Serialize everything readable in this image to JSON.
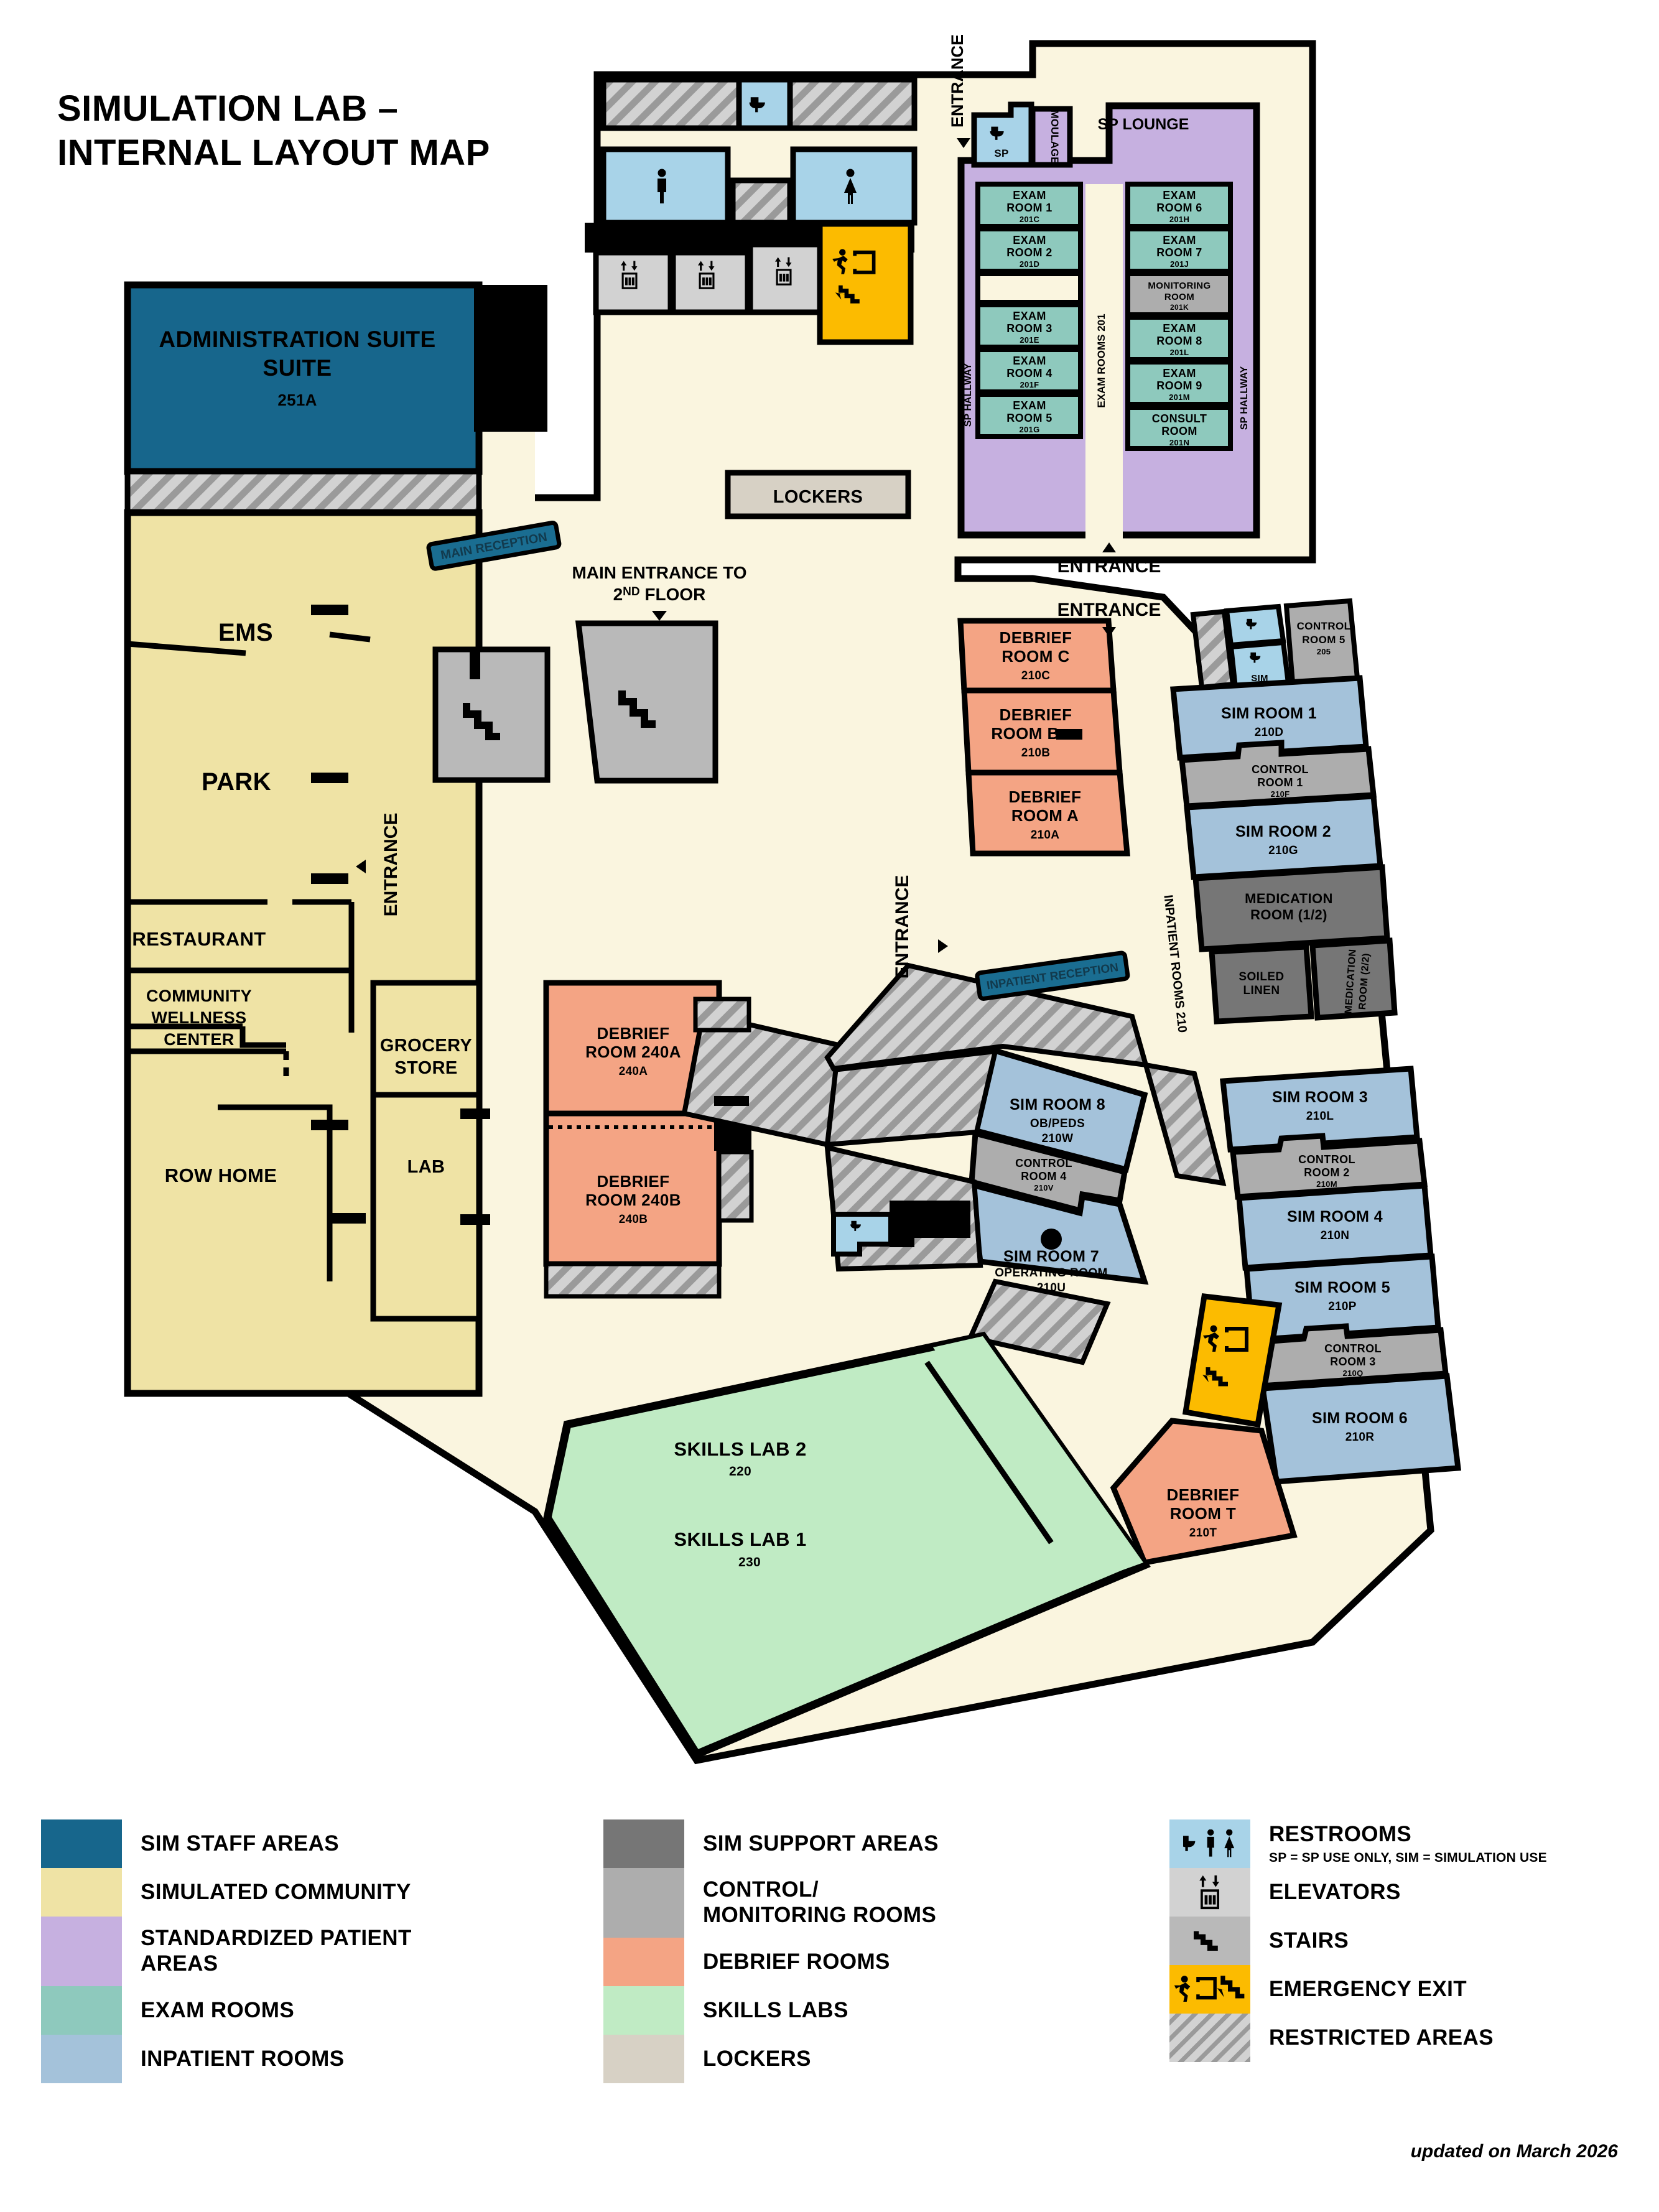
{
  "title": "SIMULATION LAB –\nINTERNAL LAYOUT MAP",
  "footer": "updated on March 2026",
  "colors": {
    "sim_staff": "#17668c",
    "simulated_community": "#efe3a5",
    "standardized_patient": "#c6b0e0",
    "exam_rooms": "#8ec9bd",
    "inpatient_rooms": "#a4c2da",
    "sim_support": "#767676",
    "control_monitoring": "#adadad",
    "debrief_rooms": "#f4a484",
    "skills_labs": "#c0ebc4",
    "lockers": "#d7d1c5",
    "restroom": "#a8d3e8",
    "corridor": "#faf5df",
    "emergency": "#fcbb00",
    "restricted": "#d2d2d2",
    "reception_sign": "#1a6d91",
    "wall": "#000000"
  },
  "signs": {
    "main_reception": "MAIN RECEPTION",
    "inpatient_reception": "INPATIENT RECEPTION",
    "main_entrance_2nd_floor": "MAIN ENTRANCE TO",
    "main_entrance_2nd_floor_line2": "2ND FLOOR"
  },
  "corridor_labels": [
    {
      "text": "SP HALLWAY"
    },
    {
      "text": "EXAM ROOMS 201"
    },
    {
      "text": "INPATIENT ROOMS 210"
    },
    {
      "text": "MOULAGE"
    },
    {
      "text": "SOILED LINEN"
    },
    {
      "text": "MEDICATION ROOM (2/2)"
    }
  ],
  "entrances": [
    {
      "label": "ENTRANCE",
      "orientation": "vertical",
      "arrow": "down"
    },
    {
      "label": "ENTRANCE",
      "orientation": "horizontal",
      "arrow": "up"
    },
    {
      "label": "ENTRANCE",
      "orientation": "horizontal",
      "arrow": "down"
    },
    {
      "label": "ENTRANCE",
      "orientation": "vertical",
      "arrow": "left"
    },
    {
      "label": "ENTRANCE",
      "orientation": "vertical",
      "arrow": "right"
    }
  ],
  "rooms": {
    "admin": {
      "name": "ADMINISTRATION SUITE",
      "code": "251A"
    },
    "community": [
      {
        "name": "EMS"
      },
      {
        "name": "PARK"
      },
      {
        "name": "RESTAURANT"
      },
      {
        "name": "COMMUNITY WELLNESS CENTER"
      },
      {
        "name": "ROW HOME"
      },
      {
        "name": "GROCERY STORE"
      },
      {
        "name": "LAB"
      }
    ],
    "sp_areas": [
      {
        "name": "SP LOUNGE"
      },
      {
        "name": "MOULAGE"
      },
      {
        "name": "SP HALLWAY"
      }
    ],
    "exam_rooms": [
      {
        "name": "EXAM ROOM 1",
        "code": "201C"
      },
      {
        "name": "EXAM ROOM 2",
        "code": "201D"
      },
      {
        "name": "EXAM ROOM 3",
        "code": "201E"
      },
      {
        "name": "EXAM ROOM 4",
        "code": "201F"
      },
      {
        "name": "EXAM ROOM 5",
        "code": "201G"
      },
      {
        "name": "EXAM ROOM 6",
        "code": "201H"
      },
      {
        "name": "EXAM ROOM 7",
        "code": "201J"
      },
      {
        "name": "MONITORING ROOM",
        "code": "201K"
      },
      {
        "name": "EXAM ROOM 8",
        "code": "201L"
      },
      {
        "name": "EXAM ROOM 9",
        "code": "201M"
      },
      {
        "name": "CONSULT ROOM",
        "code": "201N"
      }
    ],
    "debrief_rooms": [
      {
        "name": "DEBRIEF ROOM C",
        "code": "210C"
      },
      {
        "name": "DEBRIEF ROOM B",
        "code": "210B"
      },
      {
        "name": "DEBRIEF ROOM A",
        "code": "210A"
      },
      {
        "name": "DEBRIEF ROOM 240A",
        "code": "240A"
      },
      {
        "name": "DEBRIEF ROOM 240B",
        "code": "240B"
      },
      {
        "name": "DEBRIEF ROOM T",
        "code": "210T"
      }
    ],
    "sim_rooms": [
      {
        "name": "SIM ROOM 1",
        "code": "210D"
      },
      {
        "name": "SIM ROOM 2",
        "code": "210G"
      },
      {
        "name": "SIM ROOM 3",
        "code": "210L"
      },
      {
        "name": "SIM ROOM 4",
        "code": "210N"
      },
      {
        "name": "SIM ROOM 5",
        "code": "210P"
      },
      {
        "name": "SIM ROOM 6",
        "code": "210R"
      },
      {
        "name": "SIM ROOM 7",
        "sub": "OPERATING ROOM",
        "code": "210U"
      },
      {
        "name": "SIM ROOM 8",
        "sub": "OB/PEDS",
        "code": "210W"
      }
    ],
    "control_rooms": [
      {
        "name": "CONTROL ROOM 1",
        "code": "210F"
      },
      {
        "name": "CONTROL ROOM 2",
        "code": "210M"
      },
      {
        "name": "CONTROL ROOM 3",
        "code": "210Q"
      },
      {
        "name": "CONTROL ROOM 4",
        "code": "210V"
      },
      {
        "name": "CONTROL ROOM 5",
        "code": "205"
      }
    ],
    "support": [
      {
        "name": "MEDICATION ROOM (1/2)"
      },
      {
        "name": "MEDICATION ROOM (2/2)"
      },
      {
        "name": "SOILED LINEN"
      }
    ],
    "skills_labs": [
      {
        "name": "SKILLS LAB 1",
        "code": "230"
      },
      {
        "name": "SKILLS LAB 2",
        "code": "220"
      }
    ],
    "lockers": {
      "name": "LOCKERS"
    },
    "restrooms": [
      {
        "tag": "SP"
      },
      {
        "tag": "SIM"
      }
    ]
  },
  "legend": {
    "col1": [
      {
        "label": "SIM STAFF AREAS",
        "color": "#17668c"
      },
      {
        "label": "SIMULATED COMMUNITY",
        "color": "#efe3a5"
      },
      {
        "label": "STANDARDIZED PATIENT\nAREAS",
        "color": "#c6b0e0"
      },
      {
        "label": "EXAM ROOMS",
        "color": "#8ec9bd"
      },
      {
        "label": "INPATIENT ROOMS",
        "color": "#a4c2da"
      }
    ],
    "col2": [
      {
        "label": "SIM SUPPORT AREAS",
        "color": "#767676"
      },
      {
        "label": "CONTROL/\nMONITORING ROOMS",
        "color": "#adadad"
      },
      {
        "label": "DEBRIEF ROOMS",
        "color": "#f4a484"
      },
      {
        "label": "SKILLS LABS",
        "color": "#c0ebc4"
      },
      {
        "label": "LOCKERS",
        "color": "#d7d1c5"
      }
    ],
    "col3": [
      {
        "label": "RESTROOMS",
        "sublabel": "SP = SP USE ONLY, SIM = SIMULATION USE",
        "icon": "restroom-icon"
      },
      {
        "label": "ELEVATORS",
        "icon": "elevator-icon"
      },
      {
        "label": "STAIRS",
        "icon": "stairs-icon"
      },
      {
        "label": "EMERGENCY EXIT",
        "icon": "emergency-exit-icon"
      },
      {
        "label": "RESTRICTED AREAS",
        "icon": "hatch-pattern-icon"
      }
    ]
  }
}
